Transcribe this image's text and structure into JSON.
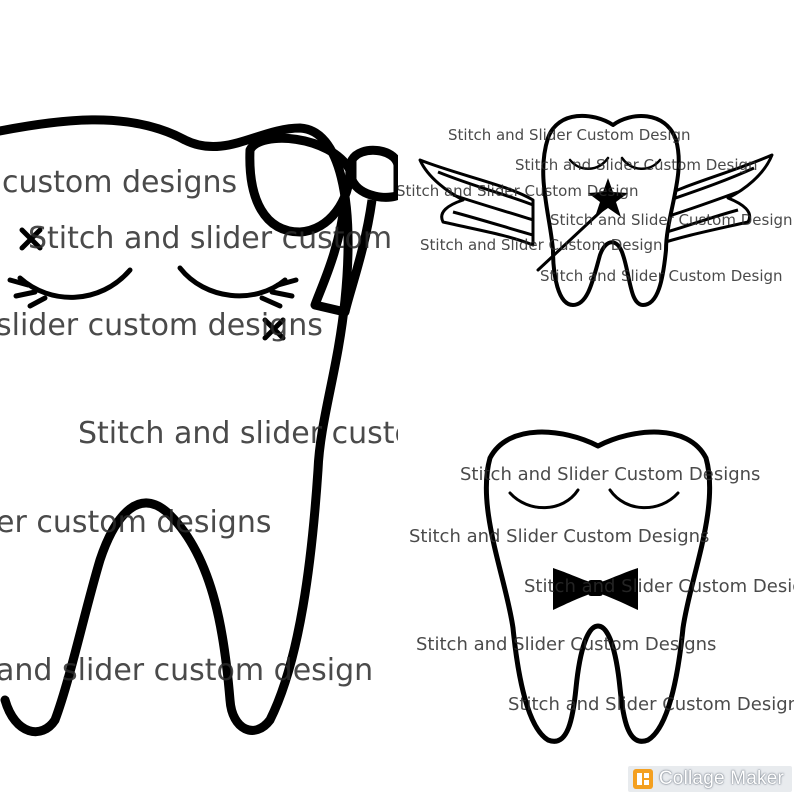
{
  "collage": {
    "badge_label": "Collage Maker",
    "badge_icon": "collage-grid-icon",
    "accent_color": "#f4a020"
  },
  "panel_left": {
    "watermarks": [
      "custom designs",
      "Stitch and slider custom",
      "slider custom designs",
      "Stitch and slider custom",
      "er custom designs",
      "and slider custom design"
    ]
  },
  "panel_top_right": {
    "watermarks": [
      "Stitch and Slider Custom Design",
      "Stitch and Slider Custom Design",
      "Stitch and Slider Custom Design",
      "Stitch and Slider Custom Design",
      "Stitch and Slider Custom Design",
      "Stitch and Slider Custom Design"
    ]
  },
  "panel_bottom_right": {
    "watermarks": [
      "Stitch and Slider Custom Designs",
      "Stitch and Slider Custom Designs",
      "Stitch and Slider Custom Designs",
      "Stitch and Slider Custom Designs",
      "Stitch and Slider Custom Designs"
    ]
  }
}
